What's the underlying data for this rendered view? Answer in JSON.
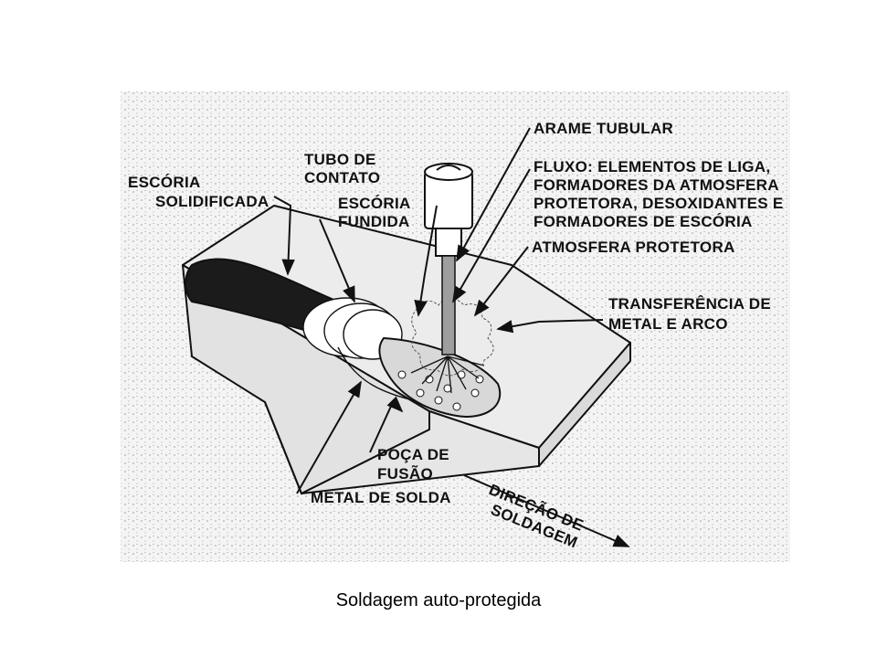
{
  "labels": {
    "arame_tubular": "ARAME TUBULAR",
    "fluxo": [
      "FLUXO: ELEMENTOS DE LIGA,",
      "FORMADORES DA ATMOSFERA",
      "PROTETORA, DESOXIDANTES E",
      "FORMADORES DE ESCÓRIA"
    ],
    "atmosfera_protetora": "ATMOSFERA PROTETORA",
    "transferencia": [
      "TRANSFERÊNCIA DE",
      "METAL E ARCO"
    ],
    "tubo_contato": [
      "TUBO DE",
      "CONTATO"
    ],
    "escoria_solidificada": [
      "ESCÓRIA",
      "SOLIDIFICADA"
    ],
    "escoria_fundida": [
      "ESCÓRIA",
      "FUNDIDA"
    ],
    "poca_fusao": [
      "POÇA DE",
      "FUSÃO"
    ],
    "metal_solda": "METAL DE SOLDA",
    "direcao": [
      "DIREÇÃO DE",
      "SOLDAGEM"
    ]
  },
  "caption": "Soldagem auto-protegida"
}
